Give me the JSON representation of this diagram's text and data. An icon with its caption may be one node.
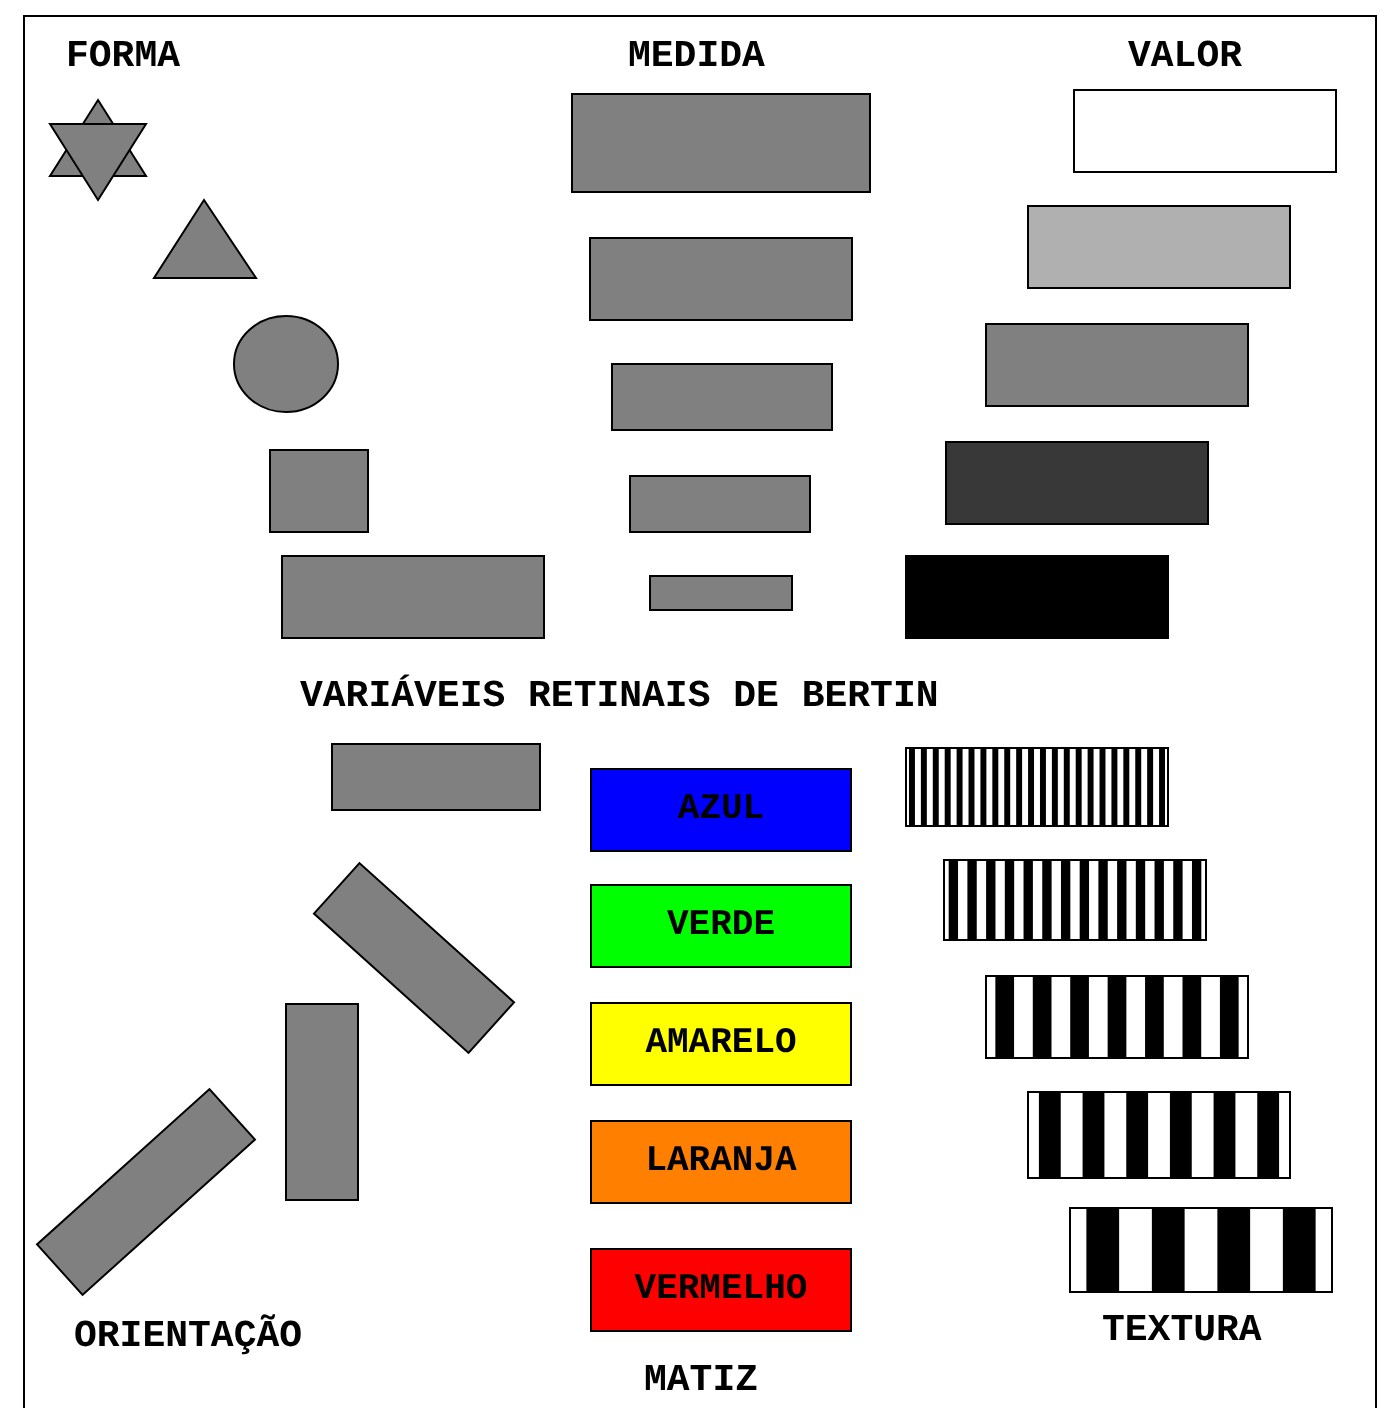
{
  "diagram": {
    "title": "VARIÁVEIS RETINAIS DE BERTIN",
    "nodes": [
      {
        "text": [
          "AZUL"
        ]
      },
      {
        "text": [
          "VERDE"
        ]
      },
      {
        "text": [
          "AMARELO"
        ]
      },
      {
        "text": [
          "LARANJA"
        ]
      },
      {
        "text": [
          "VERMELHO"
        ]
      }
    ],
    "labels": [
      "FORMA",
      "MEDIDA",
      "VALOR",
      "ORIENTAÇÃO",
      "MATIZ",
      "TEXTURA"
    ]
  }
}
